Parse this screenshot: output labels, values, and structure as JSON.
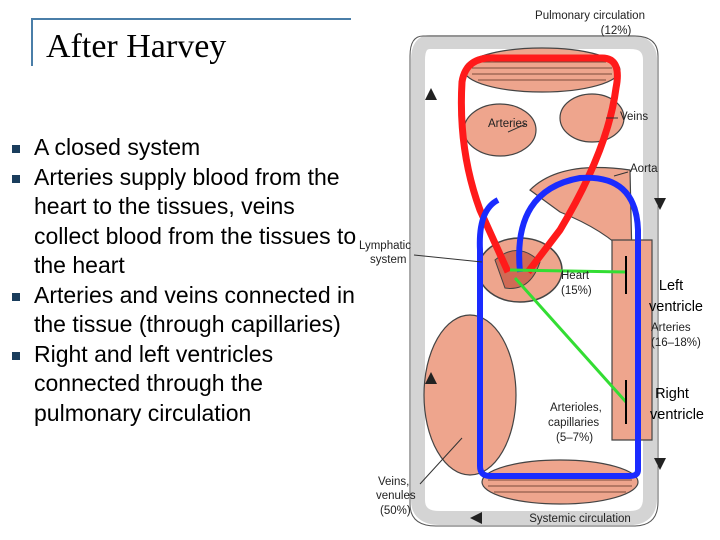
{
  "slide": {
    "title": "After Harvey",
    "bullets": [
      "A closed system",
      "Arteries supply blood from the heart to the tissues, veins collect blood from the tissues to the heart",
      "Arteries and veins connected in the tissue (through capillaries)",
      "Right and left ventricles connected through the pulmonary circulation"
    ]
  },
  "diagram": {
    "pulmonary_circulation": "Pulmonary circulation",
    "pulmonary_pct": "(12%)",
    "veins": "Veins",
    "arteries_top": "Arteries",
    "aorta": "Aorta",
    "lymphatic_line1": "Lymphatic",
    "lymphatic_line2": "system",
    "heart": "Heart",
    "heart_pct": "(15%)",
    "arteries_right": "Arteries",
    "arteries_right_pct": "(16–18%)",
    "arterioles_line1": "Arterioles,",
    "arterioles_line2": "capillaries",
    "arterioles_pct": "(5–7%)",
    "veins_venules_line1": "Veins,",
    "veins_venules_line2": "venules",
    "veins_venules_pct": "(50%)",
    "systemic_circulation": "Systemic circulation",
    "left_ventricle_line1": "Left",
    "left_ventricle_line2": "ventricle",
    "right_ventricle_line1": "Right",
    "right_ventricle_line2": "ventricle",
    "colors": {
      "arterial": "#ff1a1a",
      "venous": "#1a2bff",
      "pointer": "#33dd33",
      "tissue": "#eea58d",
      "vessel_wall": "#444444",
      "lymph_channel": "#d4d4d4"
    }
  }
}
